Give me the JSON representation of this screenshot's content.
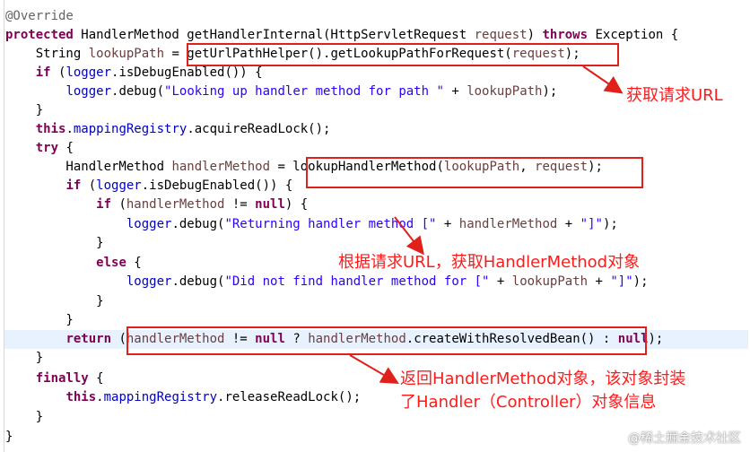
{
  "code": {
    "l1": {
      "ann": "@Override"
    },
    "l2": {
      "kw1": "protected",
      "t1": " HandlerMethod getHandlerInternal(HttpServletRequest ",
      "v1": "request",
      "t2": ") ",
      "kw2": "throws",
      "t3": " Exception {"
    },
    "l3": {
      "t1": "    String ",
      "v1": "lookupPath",
      "t2": " = getUrlPathHelper().getLookupPathForRequest(",
      "v2": "request",
      "t3": ");"
    },
    "l4": {
      "t1": "    ",
      "kw1": "if",
      "t2": " (",
      "f1": "logger",
      "t3": ".isDebugEnabled()) {"
    },
    "l5": {
      "t1": "        ",
      "f1": "logger",
      "t2": ".debug(",
      "s1": "\"Looking up handler method for path \"",
      "t3": " + ",
      "v1": "lookupPath",
      "t4": ");"
    },
    "l6": {
      "t1": "    }"
    },
    "l7": {
      "t1": "    ",
      "kw1": "this",
      "t2": ".",
      "f1": "mappingRegistry",
      "t3": ".acquireReadLock();"
    },
    "l8": {
      "t1": "    ",
      "kw1": "try",
      "t2": " {"
    },
    "l9": {
      "t1": "        HandlerMethod ",
      "v1": "handlerMethod",
      "t2": " = lookupHandlerMethod(",
      "v2": "lookupPath",
      "t3": ", ",
      "v3": "request",
      "t4": ");"
    },
    "l10": {
      "t1": "        ",
      "kw1": "if",
      "t2": " (",
      "f1": "logger",
      "t3": ".isDebugEnabled()) {"
    },
    "l11": {
      "t1": "            ",
      "kw1": "if",
      "t2": " (",
      "v1": "handlerMethod",
      "t3": " != ",
      "kw2": "null",
      "t4": ") {"
    },
    "l12": {
      "t1": "                ",
      "f1": "logger",
      "t2": ".debug(",
      "s1": "\"Returning handler method [\"",
      "t3": " + ",
      "v1": "handlerMethod",
      "t4": " + ",
      "s2": "\"]\"",
      "t5": ");"
    },
    "l13": {
      "t1": "            }"
    },
    "l14": {
      "t1": "            ",
      "kw1": "else",
      "t2": " {"
    },
    "l15": {
      "t1": "                ",
      "f1": "logger",
      "t2": ".debug(",
      "s1": "\"Did not find handler method for [\"",
      "t3": " + ",
      "v1": "lookupPath",
      "t4": " + ",
      "s2": "\"]\"",
      "t5": ");"
    },
    "l16": {
      "t1": "            }"
    },
    "l17": {
      "t1": "        }"
    },
    "l18": {
      "t1": "        ",
      "kw1": "return",
      "t2": " (",
      "v1": "handlerMethod",
      "t3": " != ",
      "kw2": "null",
      "t4": " ? ",
      "v2": "handlerMethod",
      "t5": ".createWithResolvedBean() : ",
      "kw3": "null",
      "t6": ");"
    },
    "l19": {
      "t1": "    }"
    },
    "l20": {
      "t1": "    ",
      "kw1": "finally",
      "t2": " {"
    },
    "l21": {
      "t1": "        ",
      "kw1": "this",
      "t2": ".",
      "f1": "mappingRegistry",
      "t3": ".releaseReadLock();"
    },
    "l22": {
      "t1": "    }"
    },
    "l23": {
      "t1": "}"
    }
  },
  "annotations": {
    "note1": "获取请求URL",
    "note2": "根据请求URL，获取HandlerMethod对象",
    "note3_line1": "返回HandlerMethod对象，该对象封装",
    "note3_line2": "了Handler（Controller）对象信息"
  },
  "watermark": "@稀土掘金技术社区",
  "colors": {
    "keyword": "#7f0055",
    "string": "#2a00ff",
    "variable": "#6a3e3e",
    "field": "#0000c0",
    "highlight_box": "#e0201b",
    "note_text": "#ff1a1a",
    "current_line": "#e8f2fe"
  }
}
